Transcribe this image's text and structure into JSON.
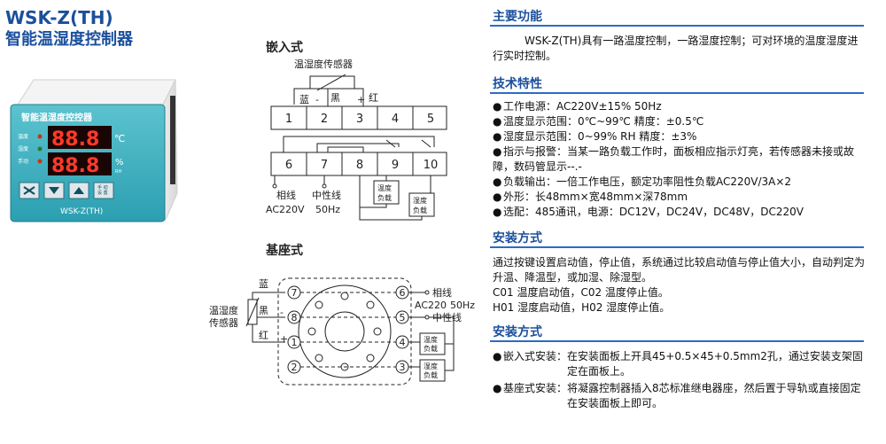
{
  "product": {
    "title": "WSK-Z(TH)",
    "subtitle": "智能温湿度控制器"
  },
  "device": {
    "panel_title": "智能温湿度控控器",
    "indicators": [
      "温度",
      "湿度",
      "手动"
    ],
    "temp_display": "88.8",
    "humid_display": "88.8",
    "temp_unit": "℃",
    "humid_unit": "%",
    "humid_unit_sub": "RH",
    "func_btn_label": "手 动\n设 置",
    "model_label": "WSK-Z(TH)"
  },
  "embedded": {
    "title": "嵌入式",
    "sensor_label": "温湿度传感器",
    "wire_blue": "蓝",
    "wire_black": "黑",
    "wire_red": "红",
    "minus": "-",
    "plus": "+",
    "top_terminals": [
      "1",
      "2",
      "3",
      "4",
      "5"
    ],
    "bottom_terminals": [
      "6",
      "7",
      "8",
      "9",
      "10"
    ],
    "phase": "相线",
    "neutral": "中性线",
    "voltage": "AC220V",
    "freq": "50Hz",
    "temp_load": "温度\n负载",
    "humid_load": "湿度\n负载"
  },
  "base": {
    "title": "基座式",
    "blue": "蓝",
    "black": "黑",
    "red": "红",
    "sensor": "温湿度\n传感器",
    "minus": "-",
    "plus": "+",
    "pins_left": [
      "7",
      "8",
      "1",
      "2"
    ],
    "pins_right": [
      "6",
      "5",
      "4",
      "3"
    ],
    "phase": "相线",
    "neutral": "中性线",
    "voltage": "AC220",
    "freq": "50Hz",
    "temp_load": "温度\n负载",
    "humid_load": "湿度\n负载"
  },
  "sections": {
    "main_function": {
      "title": "主要功能",
      "text": "WSK-Z(TH)具有一路温度控制，一路湿度控制；可对环境的温度湿度进行实时控制。"
    },
    "tech": {
      "title": "技术特性",
      "items": [
        "工作电源：AC220V±15% 50Hz",
        "温度显示范围：0℃~99℃ 精度：±0.5℃",
        "湿度显示范围：0~99% RH 精度：±3%",
        "指示与报警：当某一路负载工作时，面板相应指示灯亮，若传感器未接或故障，数码管显示--.-",
        "负载输出：一倍工作电压，额定功率阻性负载AC220V/3A×2",
        "外形：长48mm×宽48mm×深78mm",
        "选配：485通讯，电源：DC12V，DC24V，DC48V，DC220V"
      ]
    },
    "install1": {
      "title": "安装方式",
      "lines": [
        "通过按键设置启动值，停止值，系统通过比较启动值与停止值大小，自动判定为升温、降温型，或加湿、除湿型。",
        "C01 温度启动值，C02 温度停止值。",
        "H01 湿度启动值，H02 湿度停止值。"
      ]
    },
    "install2": {
      "title": "安装方式",
      "items": [
        {
          "label": "嵌入式安装：",
          "text": "在安装面板上开具45+0.5×45+0.5mm2孔，通过安装支架固定在面板上。"
        },
        {
          "label": "基座式安装：",
          "text": "将凝露控制器插入8芯标准继电器座，然后置于导轨或直接固定在安装面板上即可。"
        }
      ]
    }
  }
}
